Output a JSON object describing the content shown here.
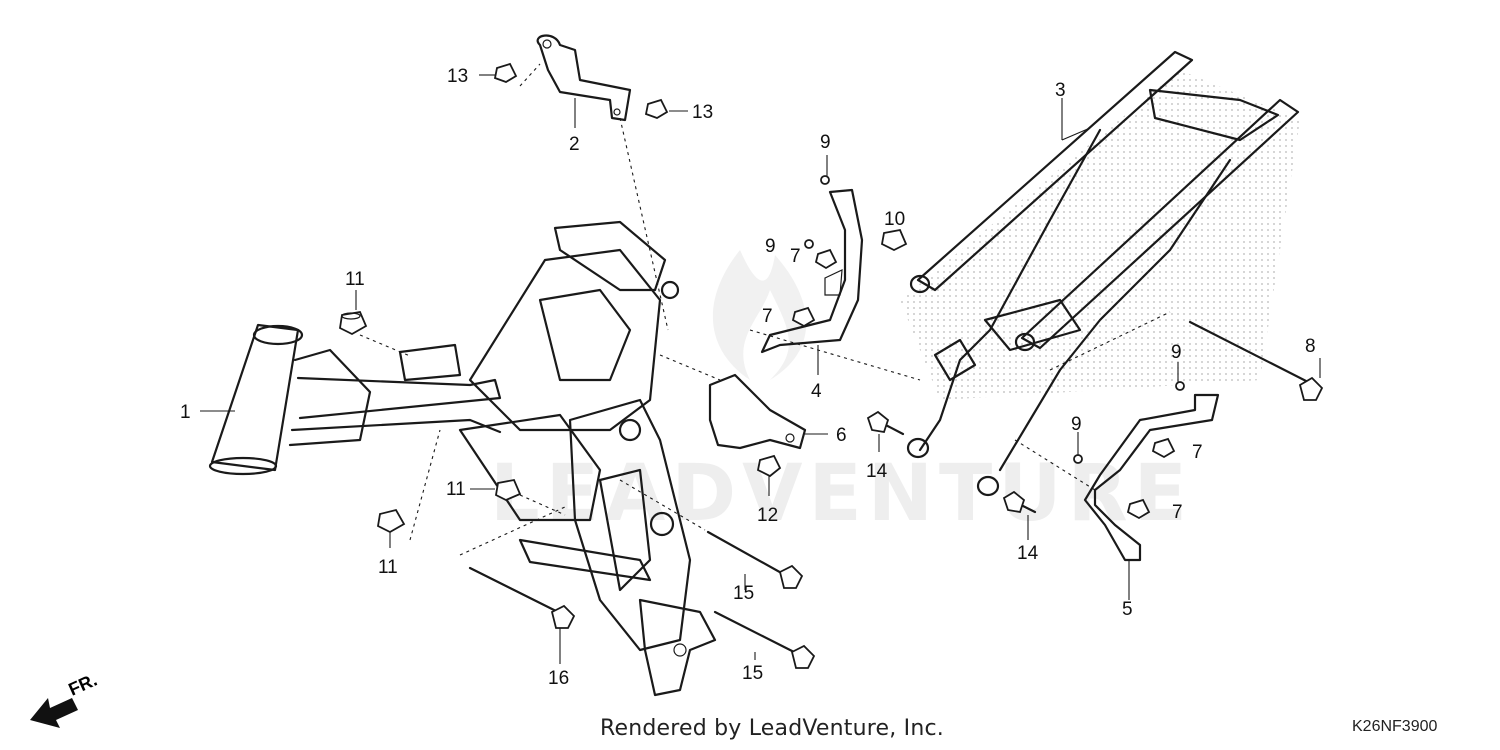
{
  "callouts": [
    {
      "id": "c1",
      "label": "1"
    },
    {
      "id": "c2",
      "label": "2"
    },
    {
      "id": "c3",
      "label": "3"
    },
    {
      "id": "c4",
      "label": "4"
    },
    {
      "id": "c5",
      "label": "5"
    },
    {
      "id": "c6",
      "label": "6"
    },
    {
      "id": "c7a",
      "label": "7"
    },
    {
      "id": "c7b",
      "label": "7"
    },
    {
      "id": "c7c",
      "label": "7"
    },
    {
      "id": "c7d",
      "label": "7"
    },
    {
      "id": "c8",
      "label": "8"
    },
    {
      "id": "c9a",
      "label": "9"
    },
    {
      "id": "c9b",
      "label": "9"
    },
    {
      "id": "c9c",
      "label": "9"
    },
    {
      "id": "c9d",
      "label": "9"
    },
    {
      "id": "c10",
      "label": "10"
    },
    {
      "id": "c11a",
      "label": "11"
    },
    {
      "id": "c11b",
      "label": "11"
    },
    {
      "id": "c11c",
      "label": "11"
    },
    {
      "id": "c12",
      "label": "12"
    },
    {
      "id": "c13a",
      "label": "13"
    },
    {
      "id": "c13b",
      "label": "13"
    },
    {
      "id": "c14a",
      "label": "14"
    },
    {
      "id": "c14b",
      "label": "14"
    },
    {
      "id": "c15a",
      "label": "15"
    },
    {
      "id": "c15b",
      "label": "15"
    },
    {
      "id": "c16",
      "label": "16"
    }
  ],
  "front_indicator": "FR.",
  "watermark": "LEADVENTURE",
  "credit": "Rendered by LeadVenture, Inc.",
  "diagram_code": "K26NF3900"
}
